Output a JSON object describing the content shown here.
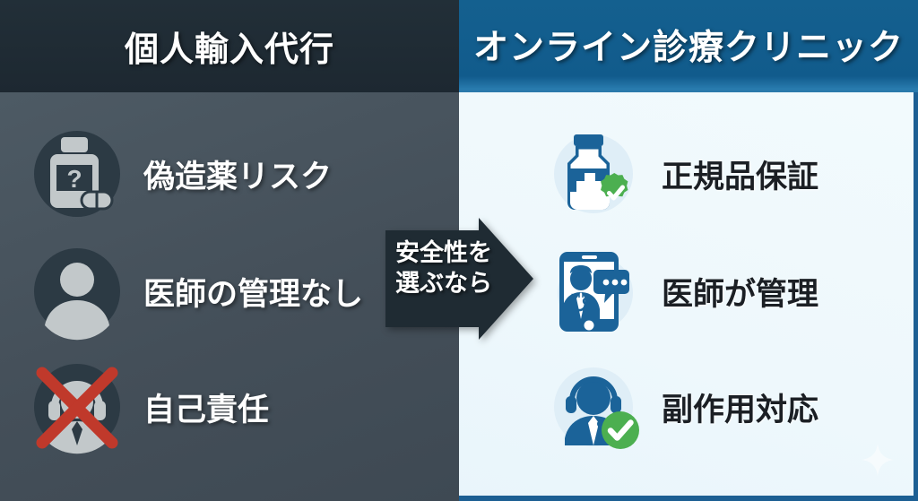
{
  "left": {
    "header": {
      "title": "個人輸入代行"
    },
    "items": [
      {
        "label": "偽造薬リスク",
        "icon": "pill-bottle-question-icon"
      },
      {
        "label": "医師の管理なし",
        "icon": "person-silhouette-icon"
      },
      {
        "label": "自己責任",
        "icon": "support-agent-crossed-out-icon"
      }
    ]
  },
  "right": {
    "header": {
      "title": "オンライン診療クリニック"
    },
    "items": [
      {
        "label": "正規品保証",
        "icon": "medicine-bottle-verified-icon"
      },
      {
        "label": "医師が管理",
        "icon": "telemedicine-doctor-phone-icon"
      },
      {
        "label": "副作用対応",
        "icon": "headset-agent-check-icon"
      }
    ]
  },
  "arrow": {
    "line1": "安全性を",
    "line2": "選ぶなら",
    "icon": "right-arrow-icon"
  },
  "decor": {
    "sparkle": "sparkle-icon"
  },
  "colors": {
    "left_header_bg": "#1d2831",
    "left_body_bg": "#454f59",
    "right_header_bg": "#115b8c",
    "right_body_bg": "#eef8fc",
    "accent_blue": "#1b6399",
    "accent_green": "#4caf50",
    "danger_red": "#c0392b",
    "icon_gray": "#c2c8ca",
    "icon_circle_dark": "#2c3a44",
    "arrow_fill": "#1f2b33"
  }
}
